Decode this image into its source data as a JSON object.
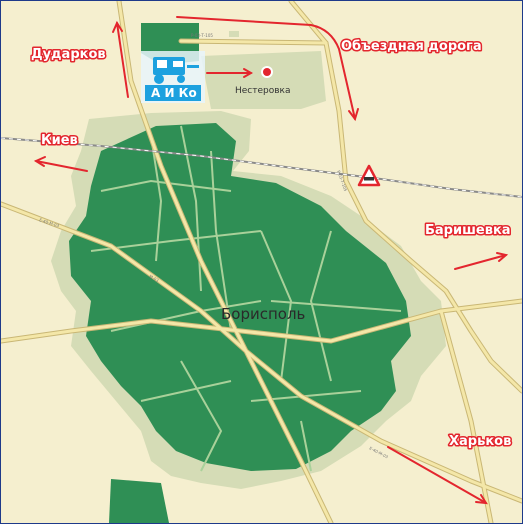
{
  "colors": {
    "background": "#f5efcf",
    "suburb": "#d5dcb6",
    "city": "#2f8f55",
    "road": "#f4e7a8",
    "road_edge": "#c9b775",
    "arrow": "#e3262e",
    "border": "#1e3a8a",
    "logo": "#1da1df"
  },
  "map": {
    "city_name": "Борисполь",
    "village_name": "Нестеровка",
    "directions": {
      "dudarkov": "Дударков",
      "bypass": "Объездная дорога",
      "kiev": "Киев",
      "barishevka": "Баришевка",
      "harkov": "Харьков"
    },
    "road_codes": {
      "road_1": "Р-03-Т-105",
      "road_2": "Р-03-Т-105",
      "road_3": "Е-40-М-03",
      "road_4": "М-03",
      "road_5": "Е-40-М-03"
    }
  },
  "logo": {
    "text": "А И Ко",
    "icon": "tractor-icon"
  },
  "markers": {
    "destination": "destination-marker-icon",
    "warning": "railway-crossing-warning-icon"
  }
}
